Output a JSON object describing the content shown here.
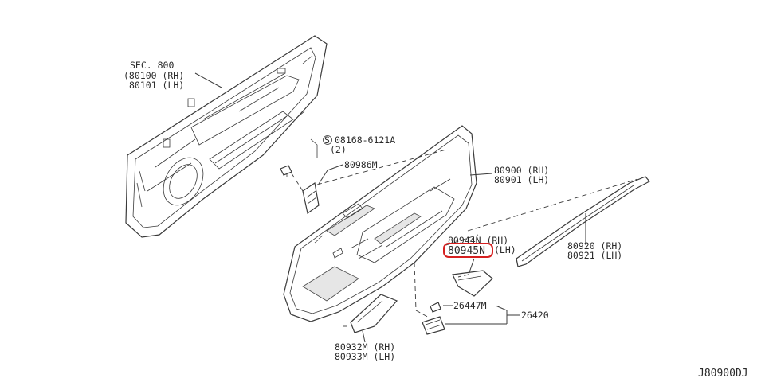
{
  "diagram_id": "J80900DJ",
  "labels": {
    "sec800": "SEC. 800",
    "door_rh": "(80100 (RH)",
    "door_lh": "80101 (LH)",
    "screw_pn": "08168-6121A",
    "screw_qty": "(2)",
    "screw_symbol": "S",
    "clip": "80986M",
    "trim_rh": "80900 (RH)",
    "trim_lh": "80901 (LH)",
    "finisher_rh": "80944N (RH)",
    "finisher_lh_hl": "80945N",
    "finisher_lh_tail": "(LH)",
    "moulding_rh": "80920 (RH)",
    "moulding_lh": "80921 (LH)",
    "lamp_bulb": "26447M",
    "lamp_assy": "26420",
    "pocket_rh": "80932M (RH)",
    "pocket_lh": "80933M (LH)"
  },
  "highlight_color": "#d62020"
}
